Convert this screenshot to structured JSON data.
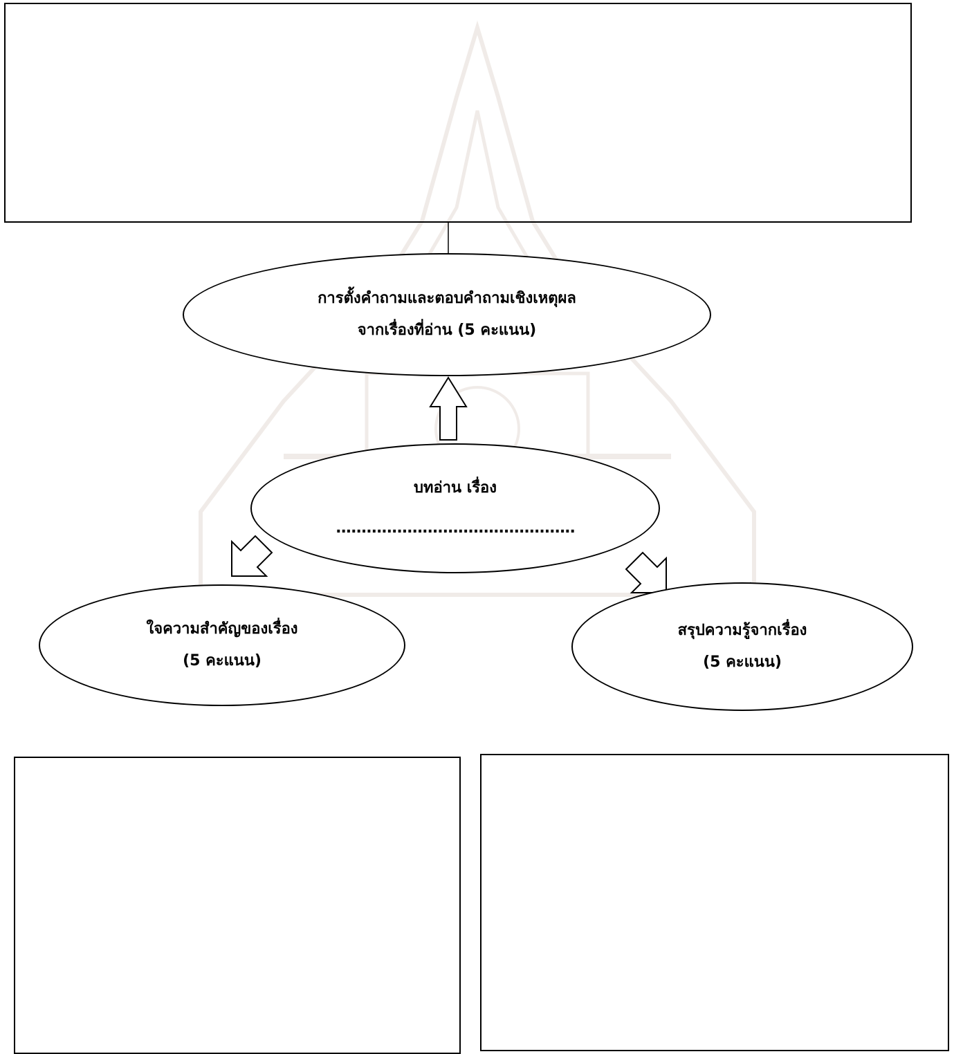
{
  "diagram": {
    "top_node": {
      "line1": "การตั้งคำถามและตอบคำถามเชิงเหตุผล",
      "line2": "จากเรื่องที่อ่าน  (5 คะแนน)"
    },
    "center_node": {
      "title": "บทอ่าน เรื่อง",
      "blank": "..............................................."
    },
    "left_node": {
      "line1": "ใจความสำคัญของเรื่อง",
      "line2": "(5 คะแนน)"
    },
    "right_node": {
      "line1": "สรุปความรู้จากเรื่อง",
      "line2": "(5 คะแนน)"
    }
  },
  "colors": {
    "stroke": "#000000",
    "background": "#ffffff",
    "watermark": "#7a4a2a"
  }
}
